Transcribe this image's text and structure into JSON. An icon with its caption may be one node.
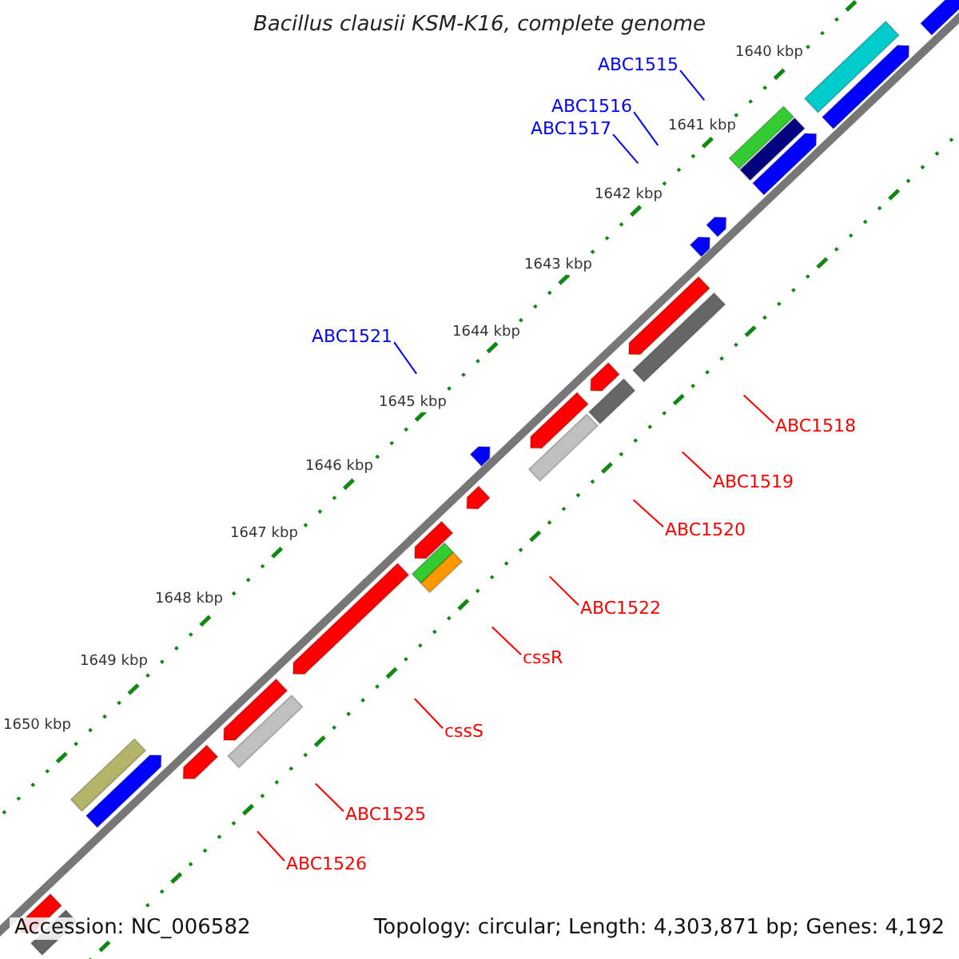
{
  "diagram": {
    "title": "Bacillus clausii KSM-K16, complete genome",
    "nodes": [
      {
        "text": [
          "ABC1515"
        ]
      },
      {
        "text": [
          "ABC1516"
        ]
      },
      {
        "text": [
          "ABC1517"
        ]
      },
      {
        "text": [
          "ABC1521"
        ]
      },
      {
        "text": [
          "ABC1518"
        ]
      },
      {
        "text": [
          "ABC1519"
        ]
      },
      {
        "text": [
          "ABC1520"
        ]
      },
      {
        "text": [
          "ABC1522"
        ]
      },
      {
        "text": [
          "cssR"
        ]
      },
      {
        "text": [
          "cssS"
        ]
      },
      {
        "text": [
          "ABC1525"
        ]
      },
      {
        "text": [
          "ABC1526"
        ]
      }
    ],
    "edges": [
      {
        "from": 0,
        "to": null,
        "arrow": "none",
        "color": "#0000ff"
      },
      {
        "from": 1,
        "to": null,
        "arrow": "none",
        "color": "#0000ff"
      },
      {
        "from": 2,
        "to": null,
        "arrow": "none",
        "color": "#0000ff"
      },
      {
        "from": 3,
        "to": null,
        "arrow": "none",
        "color": "#0000ff"
      },
      {
        "from": 4,
        "to": null,
        "arrow": "none"
      },
      {
        "from": 5,
        "to": null,
        "arrow": "none"
      },
      {
        "from": 6,
        "to": null,
        "arrow": "none"
      },
      {
        "from": 7,
        "to": null,
        "arrow": "none"
      },
      {
        "from": 8,
        "to": null,
        "arrow": "none"
      },
      {
        "from": 9,
        "to": null,
        "arrow": "none"
      },
      {
        "from": 10,
        "to": null,
        "arrow": "none"
      },
      {
        "from": 11,
        "to": null,
        "arrow": "none"
      }
    ],
    "labels": [
      "1640 kbp",
      "1641 kbp",
      "1642 kbp",
      "1643 kbp",
      "1644 kbp",
      "1645 kbp",
      "1646 kbp",
      "1647 kbp",
      "1648 kbp",
      "1649 kbp",
      "1650 kbp",
      "Accession: NC_006582",
      "Topology: circular; Length: 4,303,871 bp; Genes: 4,192"
    ]
  }
}
